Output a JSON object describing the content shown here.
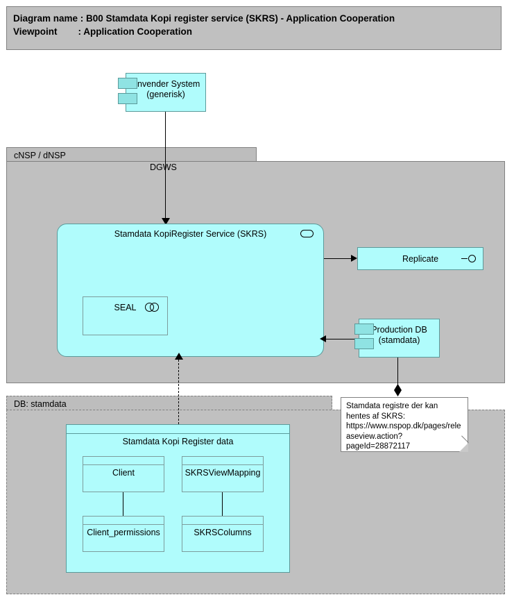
{
  "header": {
    "line1": "Diagram name : B00 Stamdata Kopi register service (SKRS) - Application Cooperation",
    "line2": "Viewpoint        : Application Cooperation"
  },
  "groups": {
    "cnsp": {
      "label": "cNSP / dNSP"
    },
    "db": {
      "label": "DB: stamdata"
    }
  },
  "nodes": {
    "anvender_system": {
      "label": "Anvender System\n(generisk)"
    },
    "skrs_service": {
      "label": "Stamdata KopiRegister Service (SKRS)"
    },
    "seal": {
      "label": "SEAL"
    },
    "replicate": {
      "label": "Replicate"
    },
    "production_db": {
      "label": "Production DB\n(stamdata)"
    },
    "skr_data": {
      "label": "Stamdata Kopi Register data"
    },
    "client": {
      "label": "Client"
    },
    "client_permissions": {
      "label": "Client_permissions"
    },
    "skrs_view_mapping": {
      "label": "SKRSViewMapping"
    },
    "skrs_columns": {
      "label": "SKRSColumns"
    }
  },
  "connections": {
    "dgws_label": "DGWS"
  },
  "note": {
    "text": "Stamdata registre der kan hentes af SKRS: https://www.nspop.dk/pages/releaseview.action?pageId=28872117"
  },
  "colors": {
    "node_fill": "#b0fcfc",
    "node_stroke": "#5a9a9a",
    "group_fill": "#c0c0c0",
    "group_stroke": "#808080",
    "component_tab_fill": "#8fe3e3",
    "note_fill": "#ffffff",
    "connector": "#000000"
  }
}
